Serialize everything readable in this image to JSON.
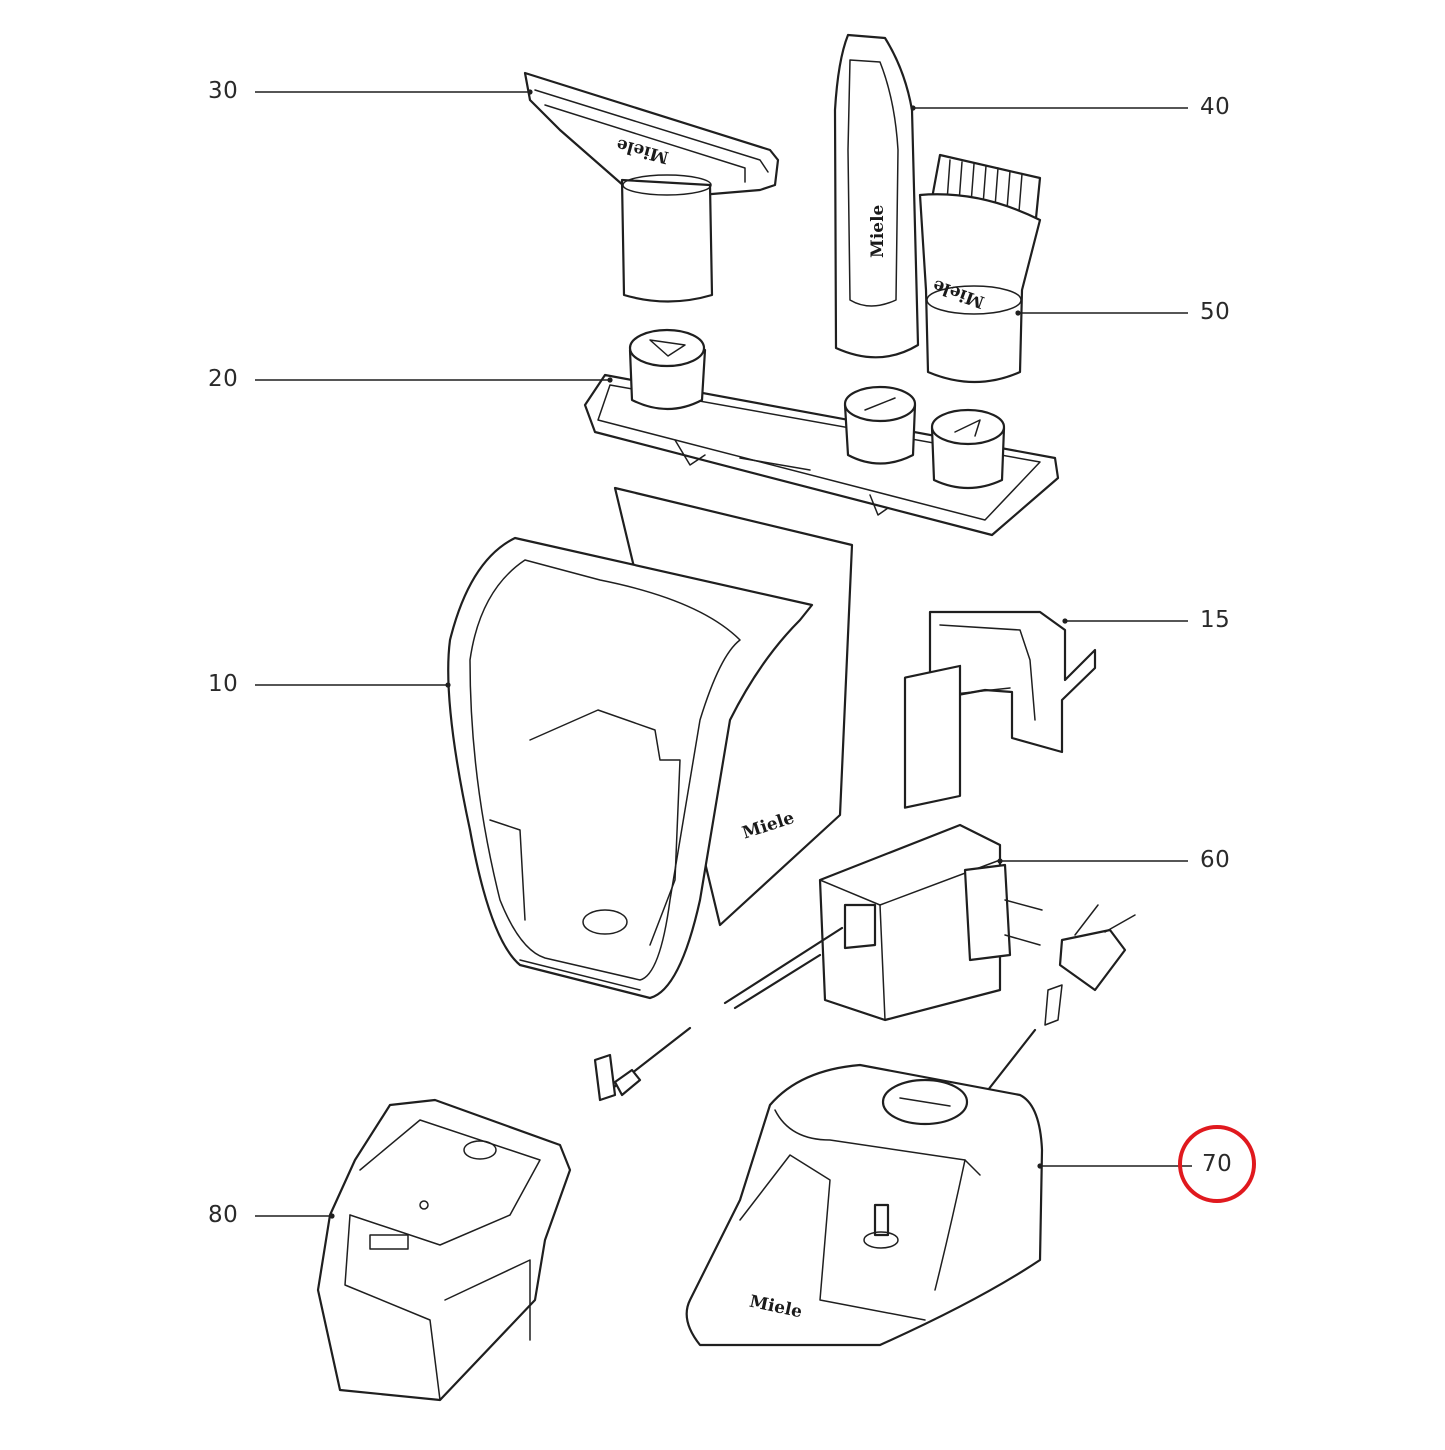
{
  "diagram": {
    "brand_label": "Miele",
    "highlight_color": "#e0191e",
    "line_color": "#1f1f1f",
    "callouts": [
      {
        "id": "c30",
        "label": "30"
      },
      {
        "id": "c40",
        "label": "40"
      },
      {
        "id": "c50",
        "label": "50"
      },
      {
        "id": "c20",
        "label": "20"
      },
      {
        "id": "c15",
        "label": "15"
      },
      {
        "id": "c10",
        "label": "10"
      },
      {
        "id": "c60",
        "label": "60"
      },
      {
        "id": "c70",
        "label": "70",
        "highlighted": true
      },
      {
        "id": "c80",
        "label": "80"
      }
    ]
  }
}
